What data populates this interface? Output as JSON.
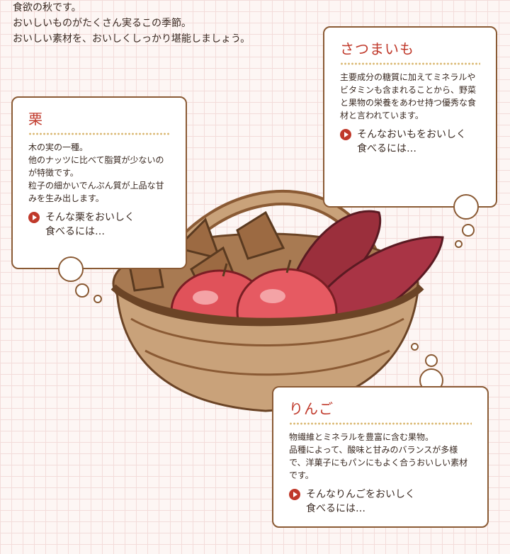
{
  "intro": {
    "lines": [
      "食欲の秋です。",
      "おいしいものがたくさん実るこの季節。",
      "おいしい素材を、おいしくしっかり堪能しましょう。"
    ]
  },
  "cards": {
    "chestnut": {
      "title": "栗",
      "body": "木の実の一種。\n他のナッツに比べて脂質が少ないのが特徴です。\n粒子の細かいでんぷん質が上品な甘みを生み出します。",
      "link": "そんな栗をおいしく\n食べるには…"
    },
    "sweet_potato": {
      "title": "さつまいも",
      "body": "主要成分の糖質に加えてミネラルやビタミンも含まれることから、野菜と果物の栄養をあわせ持つ優秀な食材と言われています。",
      "link": "そんなおいもをおいしく\n食べるには…"
    },
    "apple": {
      "title": "りんご",
      "body": "物繊維とミネラルを豊富に含む果物。\n品種によって、酸味と甘みのバランスが多様で、洋菓子にもパンにもよく合うおいしい素材です。",
      "link": "そんなりんごをおいしく\n食べるには…"
    }
  },
  "icons": {
    "link_arrow": "play-arrow-icon"
  },
  "colors": {
    "title": "#c0392b",
    "border": "#8a5a34",
    "accent_rule": "#d8b46a"
  }
}
